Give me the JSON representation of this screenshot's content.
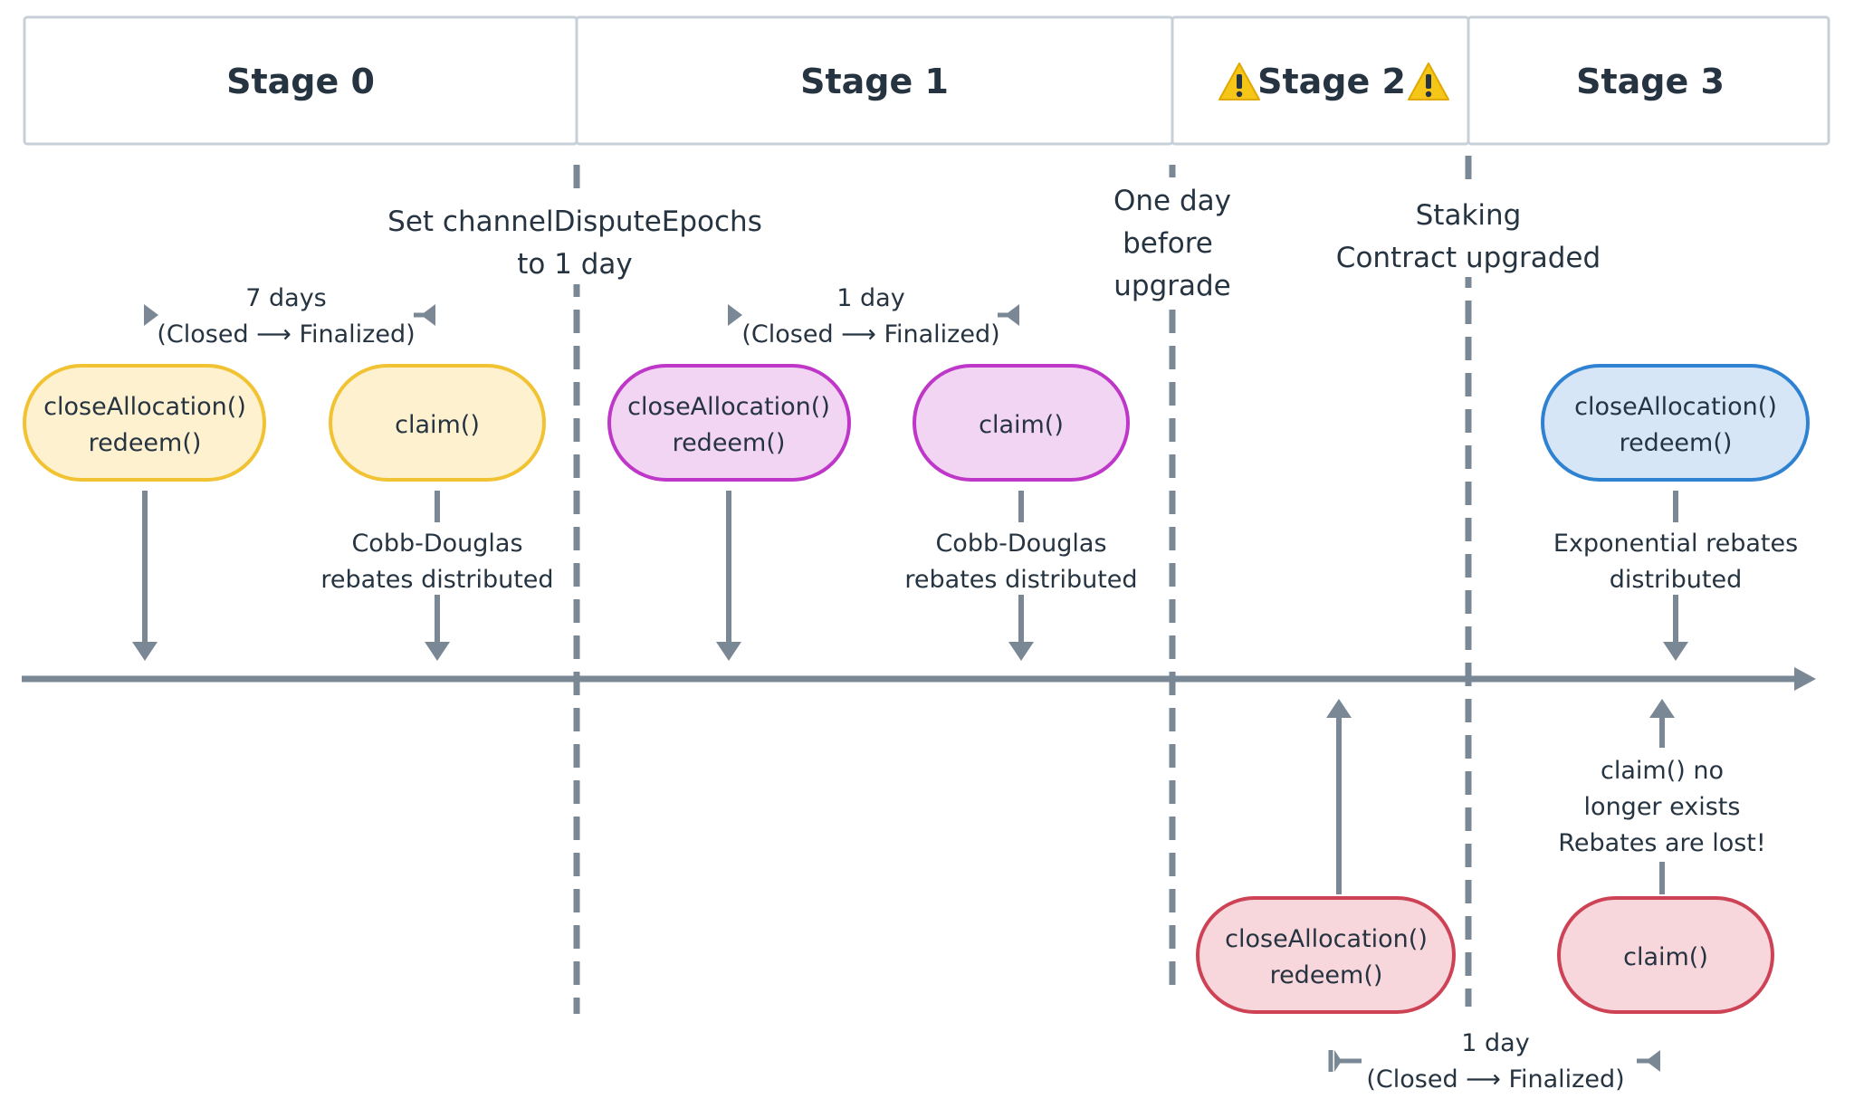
{
  "stages": [
    {
      "label": "Stage 0"
    },
    {
      "label": "Stage 1"
    },
    {
      "label": "Stage 2",
      "warning_icon": "warning-icon"
    },
    {
      "label": "Stage 3"
    }
  ],
  "milestones": {
    "set_dispute": [
      "Set channelDisputeEpochs",
      "to 1 day"
    ],
    "one_day_before": [
      "One day",
      "before",
      "upgrade"
    ],
    "upgraded": [
      "Staking",
      "Contract upgraded"
    ]
  },
  "periods": {
    "p0": [
      "7 days",
      "(Closed ⟶ Finalized)"
    ],
    "p1": [
      "1 day",
      "(Closed ⟶ Finalized)"
    ],
    "p2": [
      "1 day",
      "(Closed ⟶ Finalized)"
    ]
  },
  "nodes": {
    "n0a": [
      "closeAllocation()",
      "redeem()"
    ],
    "n0b": [
      "claim()"
    ],
    "n1a": [
      "closeAllocation()",
      "redeem()"
    ],
    "n1b": [
      "claim()"
    ],
    "n2a": [
      "closeAllocation()",
      "redeem()"
    ],
    "n2b": [
      "claim()"
    ],
    "n3a": [
      "closeAllocation()",
      "redeem()"
    ]
  },
  "notes": {
    "cobb0": [
      "Cobb-Douglas",
      "rebates distributed"
    ],
    "cobb1": [
      "Cobb-Douglas",
      "rebates distributed"
    ],
    "exp": [
      "Exponential rebates",
      "distributed"
    ],
    "lost": [
      "claim() no",
      "longer exists",
      "Rebates are lost!"
    ]
  },
  "colors": {
    "line_gray": "#7a8795",
    "text": "#263340",
    "stage_border": "#c7d0d8",
    "yellow_fill": "#fdf1cf",
    "yellow_stroke": "#f1c232",
    "purple_fill": "#f2d4f3",
    "purple_stroke": "#be37c8",
    "blue_fill": "#d6e6f6",
    "blue_stroke": "#2f82d1",
    "red_fill": "#f7d6dc",
    "red_stroke": "#cd4255",
    "warning": "#f5c518"
  }
}
